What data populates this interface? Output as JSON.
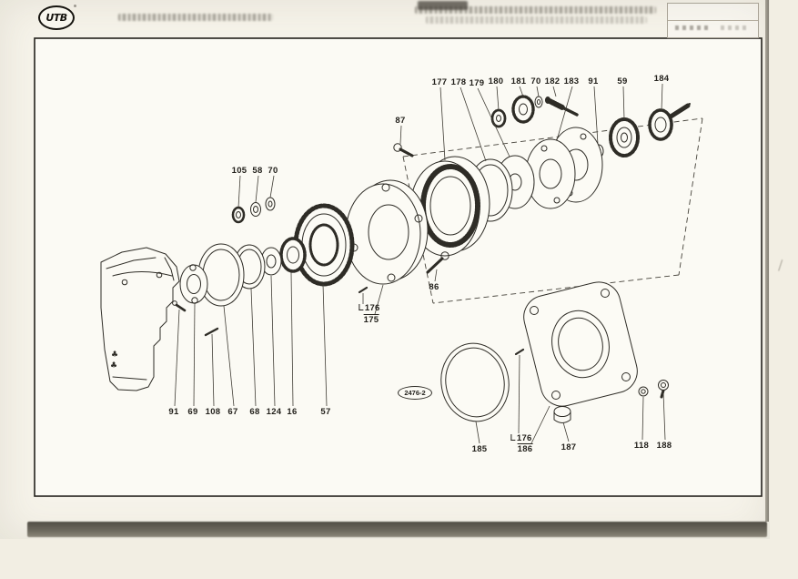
{
  "logo": {
    "text": "UTB"
  },
  "figure": {
    "drawing_number": "2476-2"
  },
  "diagram": {
    "labels": [
      {
        "text": "177"
      },
      {
        "text": "178"
      },
      {
        "text": "179"
      },
      {
        "text": "180"
      },
      {
        "text": "181"
      },
      {
        "text": "70"
      },
      {
        "text": "182"
      },
      {
        "text": "183"
      },
      {
        "text": "91"
      },
      {
        "text": "59"
      },
      {
        "text": "184"
      },
      {
        "text": "87"
      },
      {
        "text": "105"
      },
      {
        "text": "58"
      },
      {
        "text": "70"
      },
      {
        "text": "86"
      },
      {
        "text": "176"
      },
      {
        "text": "175"
      },
      {
        "text": "91"
      },
      {
        "text": "69"
      },
      {
        "text": "108"
      },
      {
        "text": "67"
      },
      {
        "text": "68"
      },
      {
        "text": "124"
      },
      {
        "text": "16"
      },
      {
        "text": "57"
      },
      {
        "text": "185"
      },
      {
        "text": "176"
      },
      {
        "text": "186"
      },
      {
        "text": "187"
      },
      {
        "text": "118"
      },
      {
        "text": "188"
      }
    ]
  }
}
